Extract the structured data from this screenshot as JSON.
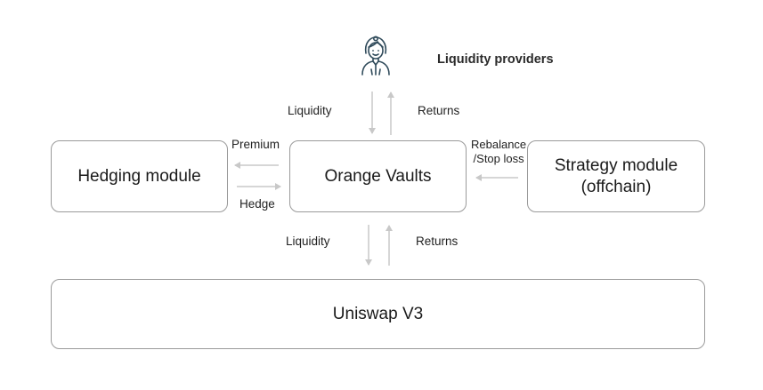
{
  "diagram": {
    "top_actor": {
      "label": "Liquidity providers",
      "icon": "person-icon"
    },
    "nodes": {
      "hedging": "Hedging module",
      "vaults": "Orange Vaults",
      "strategy_line1": "Strategy module",
      "strategy_line2": "(offchain)",
      "uniswap": "Uniswap V3"
    },
    "edges": {
      "lp_to_vault": "Liquidity",
      "vault_to_lp": "Returns",
      "vault_to_hedging": "Premium",
      "hedging_to_vault": "Hedge",
      "strategy_to_vault_line1": "Rebalance",
      "strategy_to_vault_line2": "/Stop loss",
      "vault_to_uniswap": "Liquidity",
      "uniswap_to_vault": "Returns"
    },
    "colors": {
      "arrow": "#c8c8c8",
      "box_border": "#9a9a9a",
      "icon": "#2f4a5a"
    }
  }
}
